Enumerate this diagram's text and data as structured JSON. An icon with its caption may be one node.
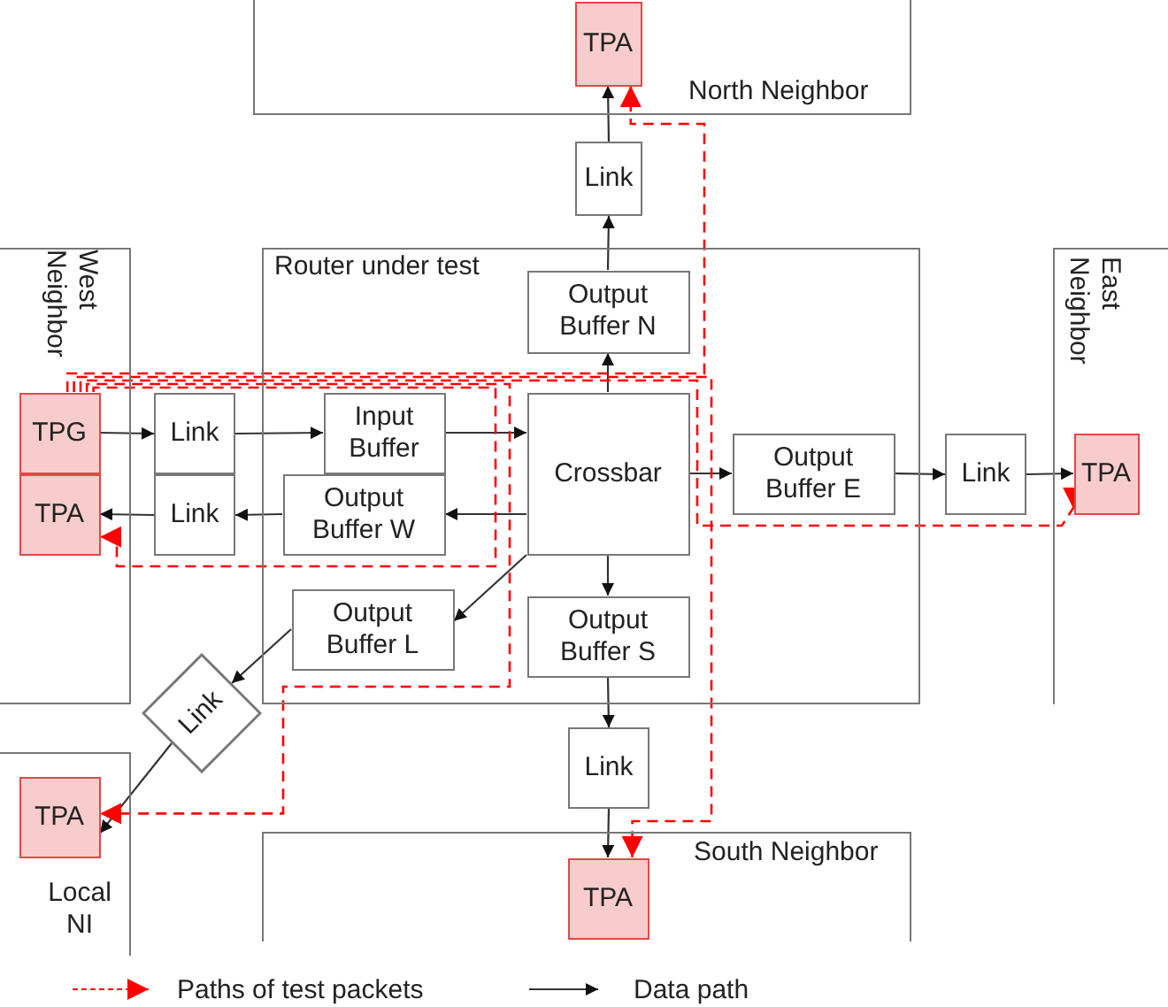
{
  "diagram": {
    "nodes": [
      {
        "text": [
          "North Neighbor"
        ]
      },
      {
        "text": [
          "TPA"
        ],
        "in": 0
      },
      {
        "text": [
          "Link"
        ]
      },
      {
        "text": [
          "West Neighbor"
        ]
      },
      {
        "text": [
          "TPG"
        ],
        "in": 3
      },
      {
        "text": [
          "TPA"
        ],
        "in": 3
      },
      {
        "text": [
          "Router under test"
        ]
      },
      {
        "text": [
          "Output Buffer N"
        ],
        "in": 6
      },
      {
        "text": [
          "Link"
        ]
      },
      {
        "text": [
          "Input Buffer"
        ],
        "in": 6
      },
      {
        "text": [
          "Crossbar"
        ],
        "in": 6
      },
      {
        "text": [
          "Output Buffer E"
        ],
        "in": 6
      },
      {
        "text": [
          "Link"
        ]
      },
      {
        "text": [
          "East Neighbor"
        ]
      },
      {
        "text": [
          "TPA"
        ],
        "in": 13
      },
      {
        "text": [
          "Link"
        ]
      },
      {
        "text": [
          "Output Buffer W"
        ],
        "in": 6
      },
      {
        "text": [
          "Output Buffer L"
        ],
        "in": 6
      },
      {
        "text": [
          "Output Buffer S"
        ],
        "in": 6
      },
      {
        "text": [
          "Link"
        ]
      },
      {
        "text": [
          "Local NI"
        ]
      },
      {
        "text": [
          "TPA"
        ],
        "in": 20
      },
      {
        "text": [
          "Link"
        ]
      },
      {
        "text": [
          "South Neighbor"
        ]
      },
      {
        "text": [
          "TPA"
        ],
        "in": 23
      }
    ],
    "edges": [
      {
        "from": 4,
        "to": 8,
        "arrow": "to"
      },
      {
        "from": 8,
        "to": 9,
        "arrow": "to"
      },
      {
        "from": 9,
        "to": 10,
        "arrow": "to"
      },
      {
        "from": 10,
        "to": 7,
        "arrow": "to"
      },
      {
        "from": 7,
        "to": 2,
        "arrow": "to"
      },
      {
        "from": 2,
        "to": 1,
        "arrow": "to"
      },
      {
        "from": 10,
        "to": 11,
        "arrow": "to"
      },
      {
        "from": 11,
        "to": 12,
        "arrow": "to"
      },
      {
        "from": 12,
        "to": 14,
        "arrow": "to"
      },
      {
        "from": 10,
        "to": 16,
        "arrow": "to"
      },
      {
        "from": 16,
        "to": 15,
        "arrow": "to"
      },
      {
        "from": 15,
        "to": 5,
        "arrow": "to"
      },
      {
        "from": 10,
        "to": 17,
        "arrow": "to"
      },
      {
        "from": 17,
        "to": 19,
        "arrow": "to"
      },
      {
        "from": 19,
        "to": 21,
        "arrow": "to"
      },
      {
        "from": 10,
        "to": 18,
        "arrow": "to"
      },
      {
        "from": 18,
        "to": 22,
        "arrow": "to"
      },
      {
        "from": 22,
        "to": 24,
        "arrow": "to"
      },
      {
        "from": 4,
        "to": 1,
        "arrow": "to",
        "style": "dashed",
        "color": "#ff0000"
      },
      {
        "from": 4,
        "to": 24,
        "arrow": "to",
        "style": "dashed",
        "color": "#ff0000"
      },
      {
        "from": 4,
        "to": 14,
        "arrow": "to",
        "style": "dashed",
        "color": "#ff0000"
      },
      {
        "from": 4,
        "to": 5,
        "arrow": "to",
        "style": "dashed",
        "color": "#ff0000"
      },
      {
        "from": 4,
        "to": 21,
        "arrow": "to",
        "style": "dashed",
        "color": "#ff0000"
      }
    ],
    "legend": [
      {
        "text": "Paths of test packets"
      },
      {
        "text": "Data path"
      }
    ]
  }
}
